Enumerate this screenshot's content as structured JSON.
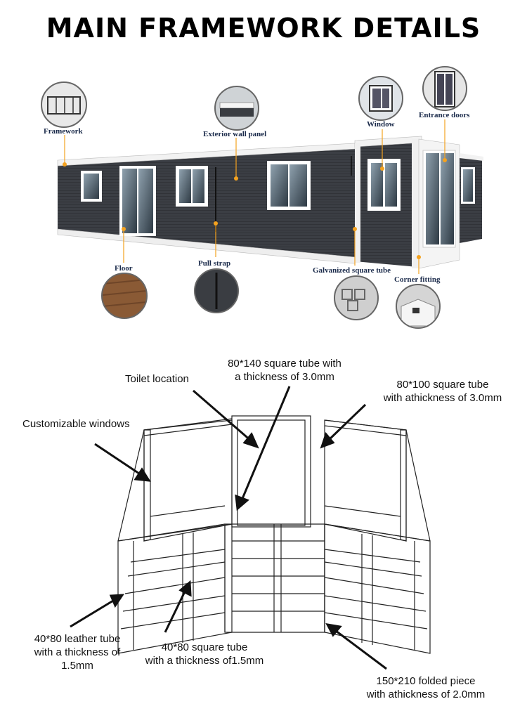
{
  "title": "MAIN FRAMEWORK DETAILS",
  "photo_labels": {
    "framework": "Framework",
    "exterior_wall_panel": "Exterior wall panel",
    "window": "Window",
    "entrance_doors": "Entrance doors",
    "floor": "Floor",
    "pull_strap": "Pull strap",
    "galvanized_square_tube": "Galvanized square tube",
    "corner_fitting": "Corner fitting"
  },
  "diagram_labels": {
    "toilet_location": "Toilet location",
    "tube_80x140_line1": "80*140 square tube with",
    "tube_80x140_line2": "a thickness of 3.0mm",
    "tube_80x100_line1": "80*100 square tube",
    "tube_80x100_line2": "with athickness of 3.0mm",
    "customizable_windows": "Customizable windows",
    "leather_tube_line1": "40*80 leather tube",
    "leather_tube_line2": "with a thickness of",
    "leather_tube_line3": "1.5mm",
    "square_tube_line1": "40*80 square tube",
    "square_tube_line2": "with a thickness of1.5mm",
    "folded_piece_line1": "150*210 folded piece",
    "folded_piece_line2": "with athickness of 2.0mm"
  },
  "colors": {
    "wall": "#3a3d42",
    "frame": "#f2f2f2",
    "marker": "#f4a21f",
    "label_text": "#1a2a4a"
  }
}
